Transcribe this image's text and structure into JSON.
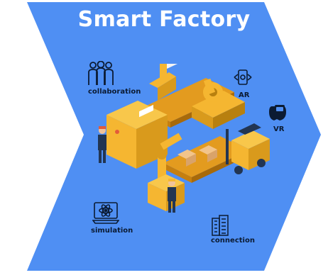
{
  "title": "Smart Factory",
  "labels": {
    "collaboration": "collaboration",
    "ar": "AR",
    "vr": "VR",
    "simulation": "simulation",
    "connection": "connection"
  },
  "icons": [
    "people-group-icon",
    "ar-headset-icon",
    "vr-headset-icon",
    "simulation-atom-icon",
    "connection-building-icon"
  ],
  "colors": {
    "chevron_blue": "#4f8ff3",
    "machine_yellow": "#f5b631",
    "machine_orange": "#e39b1f",
    "worker_navy": "#223552",
    "text_dark": "#0b1b33"
  }
}
